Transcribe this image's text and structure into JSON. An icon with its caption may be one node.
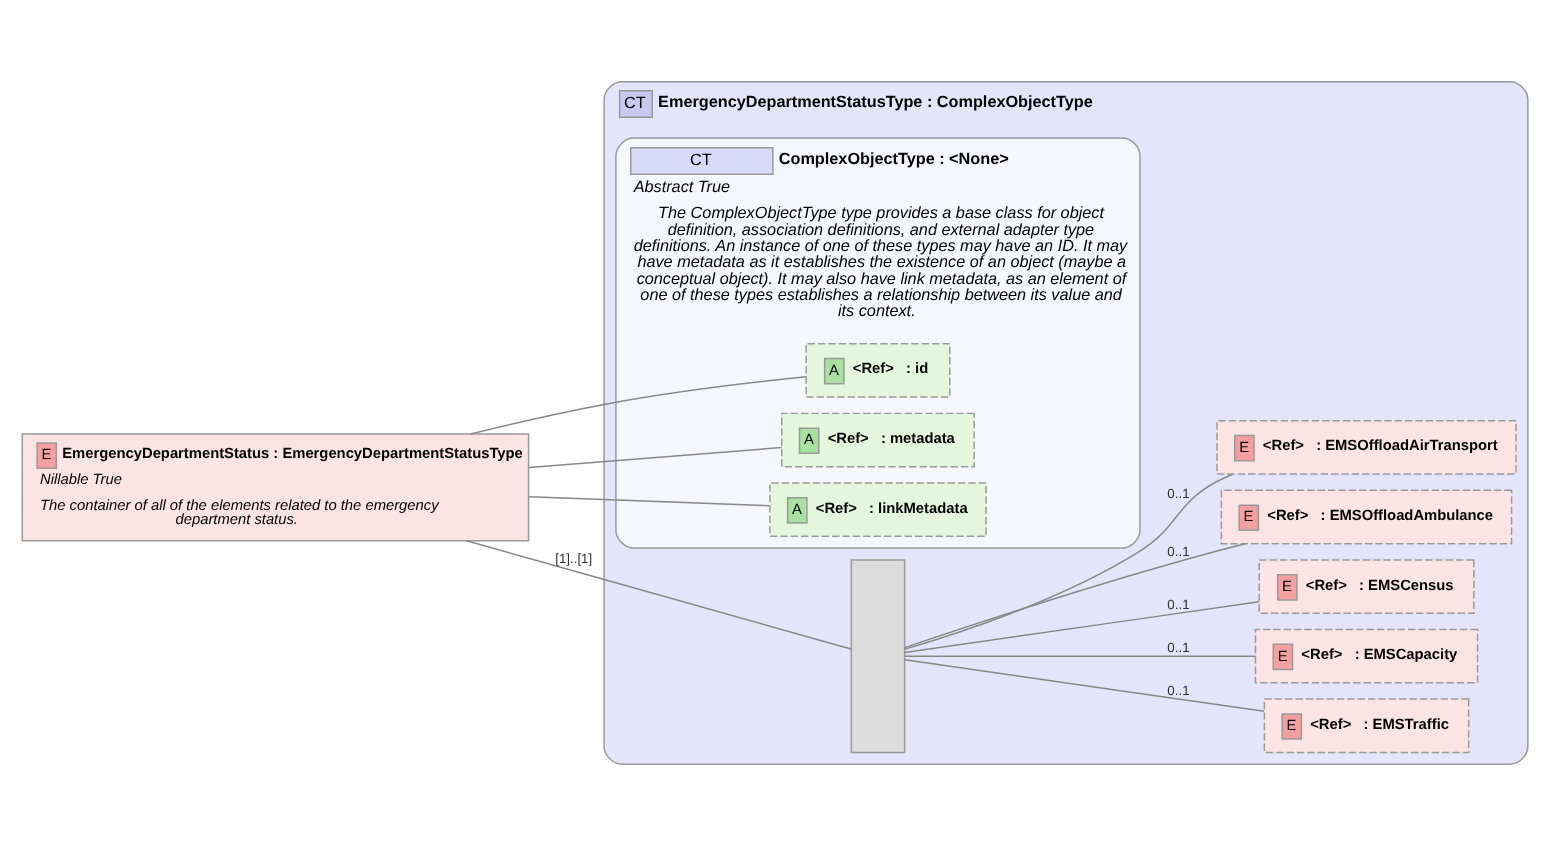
{
  "diagram": {
    "nodes": [
      {
        "text": [
          "E",
          "EmergencyDepartmentStatus : EmergencyDepartmentStatusType",
          "Nillable True",
          "The container of all of the elements related to the emergency department status."
        ]
      },
      {
        "text": [
          "CT",
          "EmergencyDepartmentStatusType : ComplexObjectType"
        ]
      },
      {
        "text": [
          "CT",
          "ComplexObjectType : <None>",
          "Abstract True",
          "The ComplexObjectType type provides a base class for object definition, association definitions, and external adapter type definitions. An instance of one of these types may have an ID. It may have metadata as it establishes the existence of an object (maybe a conceptual object). It may also have link metadata, as an element of one of these types establishes a relationship between its value and its context."
        ],
        "in": 1
      },
      {
        "text": [
          "A",
          "<Ref>",
          ": id"
        ],
        "in": 2
      },
      {
        "text": [
          "A",
          "<Ref>",
          ": metadata"
        ],
        "in": 2
      },
      {
        "text": [
          "A",
          "<Ref>",
          ": linkMetadata"
        ],
        "in": 2
      },
      {
        "text": [],
        "shape": "box",
        "in": 1
      },
      {
        "text": [
          "E",
          "<Ref>",
          ": EMSTraffic"
        ],
        "in": 1
      },
      {
        "text": [
          "E",
          "<Ref>",
          ": EMSCapacity"
        ],
        "in": 1
      },
      {
        "text": [
          "E",
          "<Ref>",
          ": EMSCensus"
        ],
        "in": 1
      },
      {
        "text": [
          "E",
          "<Ref>",
          ": EMSOffloadAmbulance"
        ],
        "in": 1
      },
      {
        "text": [
          "E",
          "<Ref>",
          ": EMSOffloadAirTransport"
        ],
        "in": 1
      }
    ],
    "edges": [
      {
        "from": 0,
        "to": 3,
        "arrow": "none"
      },
      {
        "from": 0,
        "to": 4,
        "arrow": "none"
      },
      {
        "from": 0,
        "to": 5,
        "arrow": "none"
      },
      {
        "from": 0,
        "to": 6,
        "arrow": "none",
        "label": "[1]..[1]"
      },
      {
        "from": 6,
        "to": 7,
        "arrow": "none",
        "label": "0..1"
      },
      {
        "from": 6,
        "to": 8,
        "arrow": "none",
        "label": "0..1"
      },
      {
        "from": 6,
        "to": 9,
        "arrow": "none",
        "label": "0..1"
      },
      {
        "from": 6,
        "to": 10,
        "arrow": "none",
        "label": "0..1"
      },
      {
        "from": 6,
        "to": 11,
        "arrow": "none",
        "label": "0..1"
      }
    ]
  }
}
